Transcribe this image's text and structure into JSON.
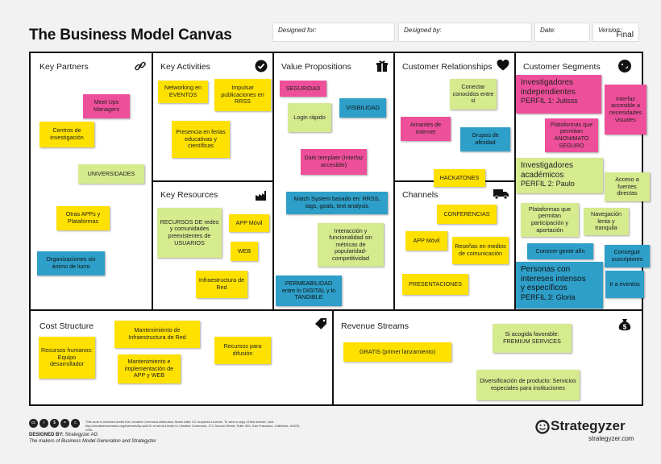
{
  "title": "The Business Model Canvas",
  "header": {
    "designed_for": "Designed for:",
    "designed_by": "Designed by:",
    "date": "Date:",
    "version_label": "Version:",
    "version_value": "Final"
  },
  "blocks": {
    "key_partners": "Key Partners",
    "key_activities": "Key Activities",
    "key_resources": "Key Resources",
    "value_propositions": "Value Propositions",
    "customer_relationships": "Customer Relationships",
    "channels": "Channels",
    "customer_segments": "Customer Segments",
    "cost_structure": "Cost Structure",
    "revenue_streams": "Revenue Streams"
  },
  "notes": {
    "kp": [
      "Meet Ups Managers",
      "Centros de investigación",
      "UNIVERSIDADES",
      "Otras APPs y Plataformas",
      "Organizaciones sin ánimo de lucro"
    ],
    "ka": [
      "Networking en EVENTOS",
      "Impulsar publicaciones en RRSS",
      "Presencia en ferias educativas y científicas"
    ],
    "kr": [
      "RECURSOS DE redes y comunidades preexistentes de USUARIOS",
      "APP Móvil",
      "WEB",
      "Infraestructura de Red"
    ],
    "vp": [
      "SEGURIDAD",
      "Login rápido",
      "VISIBILIDAD",
      "Dark template (Interfaz accesible)",
      "Match System basado en: RRSS, tags, goals, text analysis",
      "Interacción y funcionalidad sin métricas de popularidad-competitividad",
      "PERMEABILIDAD entre lo DIGITAL y lo TANGIBLE"
    ],
    "cr": [
      "Conectar conocidos entre sí",
      "Amantes de Internet",
      "Grupos de afinidad",
      "HACKATONES"
    ],
    "ch": [
      "CONFERENCIAS",
      "APP Móvil",
      "Reseñas en medios de comunicación",
      "PRESENTACIONES"
    ],
    "cs_seg1": {
      "l1": "Investigadores",
      "l2": "independientes",
      "l3": "PERFIL 1: Julisss"
    },
    "cs_seg2": {
      "l1": "Investigadores",
      "l2": "académicos",
      "l3": "PERFIL 2: Paulo"
    },
    "cs_seg3": {
      "l1": "Personas con",
      "l2": "intereses intensos",
      "l3": "y específicos",
      "l4": "PERFIL 3: Gloria"
    },
    "cs": [
      "Interfaz accesible a necesidades visuales",
      "Plataformas que permitan ANONIMATO SEGURO",
      "Acceso a fuentes directas",
      "Plataformas que permitan participación y aportación",
      "Navegación lenta y tranquila",
      "Conocer gente afín",
      "Conseguir suscriptores",
      "Ir a eventos"
    ],
    "cost": [
      "Mantenimiento de Infraestructura de Red",
      "Recursos humanos: Equipo desarrollador",
      "Recursos para difusión",
      "Mantenimiento e implementación de APP y WEB"
    ],
    "rev": [
      "Si acogida favorable: FREMIUM SERVICES",
      "GRATIS (primer lanzamiento)",
      "Diversificación de producto: Servicios especiales para instituciones"
    ]
  },
  "icons": {
    "kp": "link-icon",
    "ka": "checkmark-icon",
    "kr": "factory-icon",
    "vp": "gift-icon",
    "cr": "heart-icon",
    "ch": "truck-icon",
    "cs": "smiley-icon",
    "cost": "tag-icon",
    "rev": "moneybag-icon"
  },
  "footer": {
    "license": "This work is licensed under the Creative Commons Attribution-Share Alike 3.0 Unported License. To view a copy of this license, visit:",
    "license2": "http://creativecommons.org/licenses/by-sa/3.0/ or send a letter to Creative Commons, 171 Second Street, Suite 300, San Francisco, California, 94105, USA.",
    "designed_by_label": "DESIGNED BY:",
    "designed_by_value": "Strategyzer AG",
    "tagline": "The makers of Business Model Generation and Strategyzer",
    "brand": "Strategyzer",
    "url": "strategyzer.com"
  }
}
